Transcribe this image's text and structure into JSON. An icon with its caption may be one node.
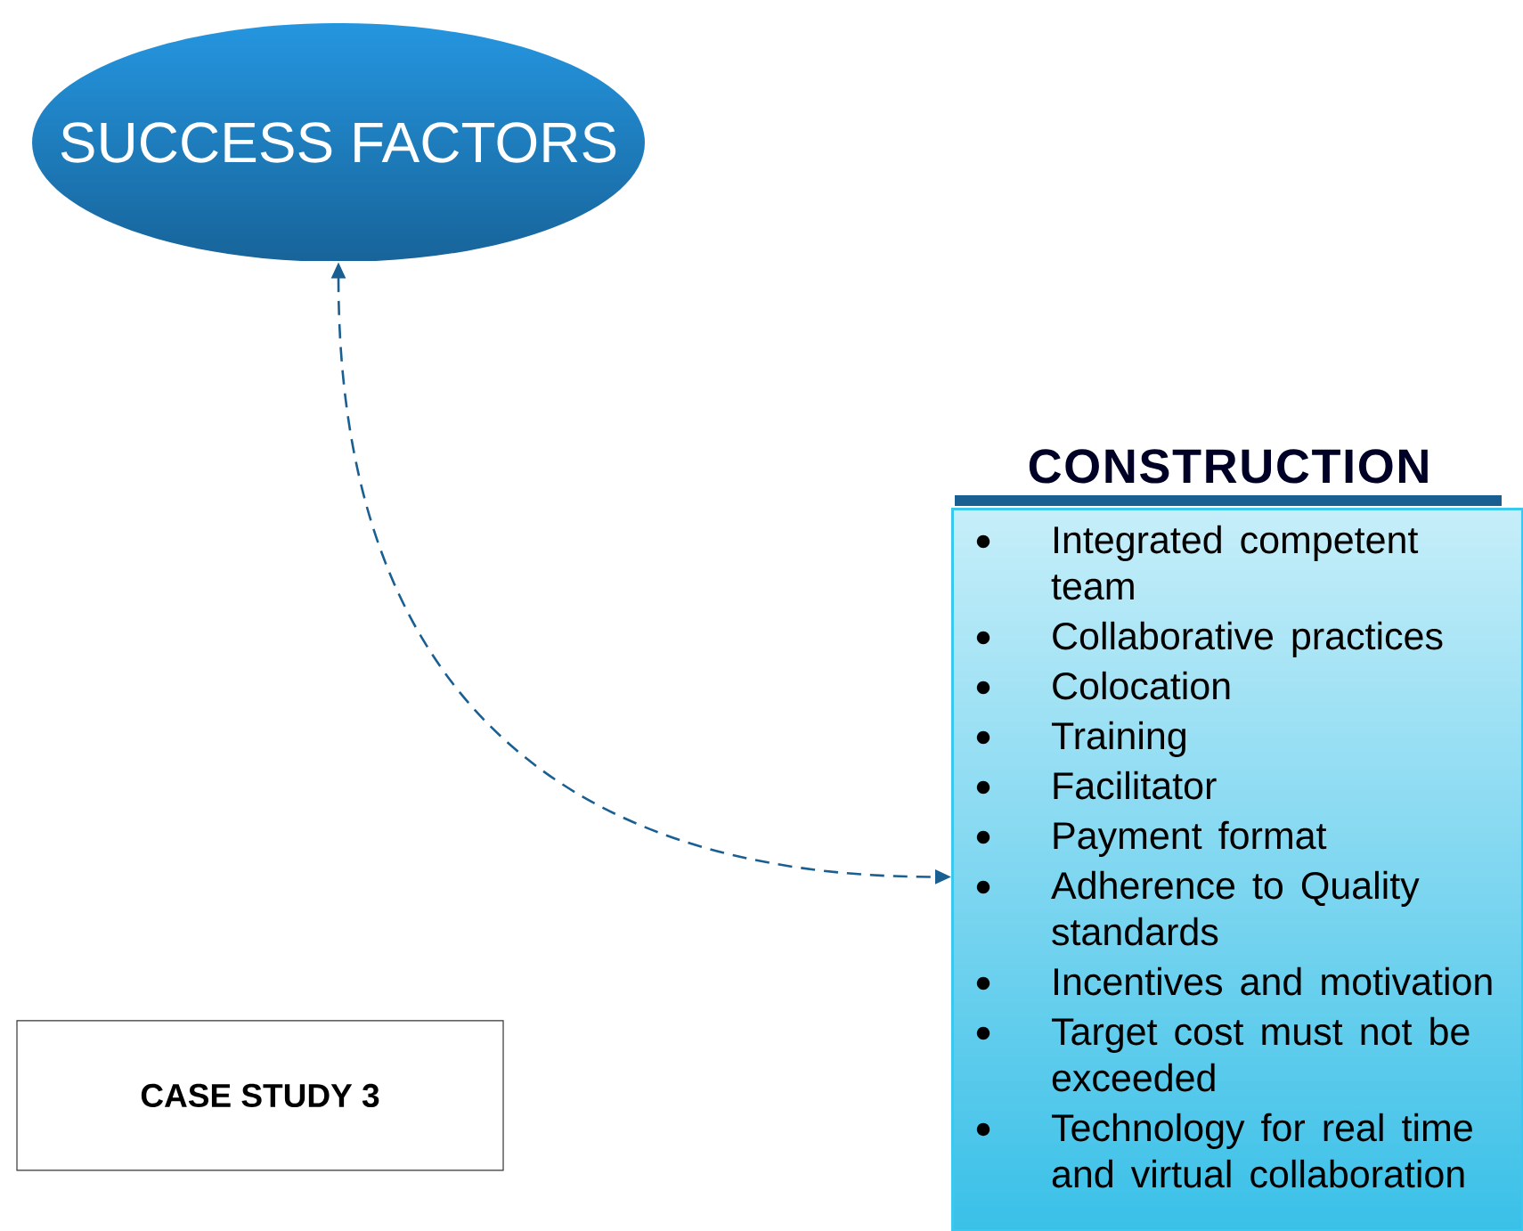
{
  "diagram": {
    "nodes": [
      {
        "text": [
          "SUCCESS FACTORS"
        ]
      },
      {
        "text": [
          "CONSTRUCTION",
          "Integrated competent team",
          "Collaborative practices",
          "Colocation",
          "Training",
          "Facilitator",
          "Payment format",
          "Adherence to Quality standards",
          "Incentives and motivation",
          "Target cost must not be exceeded",
          "Technology for real time and virtual collaboration"
        ]
      },
      {
        "text": [
          "CASE STUDY 3"
        ]
      }
    ],
    "edges": [
      {
        "from": 0,
        "to": 1,
        "arrow": "both",
        "style": "dashed"
      }
    ]
  }
}
